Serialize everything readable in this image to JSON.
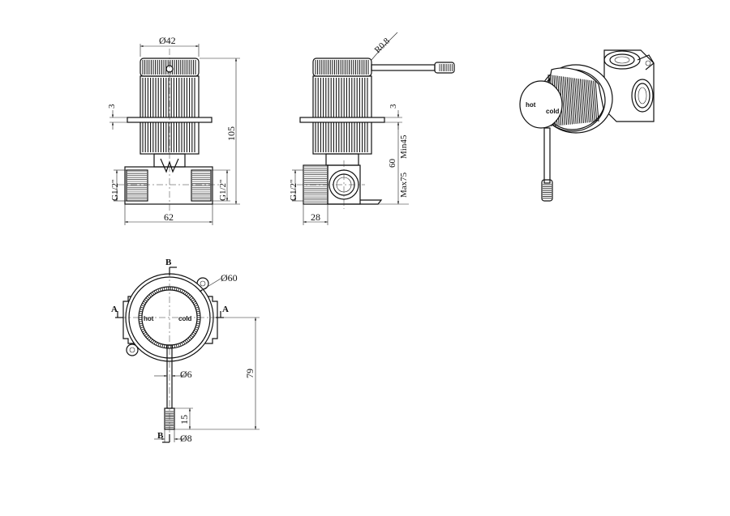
{
  "front_view": {
    "dim_top": "Ø42",
    "dim_left_small": "3",
    "dim_height": "105",
    "dim_thread_left": "G1/2\"",
    "dim_thread_right": "G1/2\"",
    "dim_width": "62"
  },
  "side_view": {
    "dim_radius": "R0.8",
    "dim_small": "3",
    "dim_min": "Min45",
    "dim_60": "60",
    "dim_max": "Max75",
    "dim_thread": "G1/2\"",
    "dim_28": "28"
  },
  "top_view": {
    "section_b_top": "B",
    "section_b_bottom": "B",
    "section_a_left": "A",
    "section_a_right": "A",
    "dim_plate": "Ø60",
    "dim_lever": "Ø6",
    "dim_79": "79",
    "dim_15": "15",
    "dim_tip": "Ø8",
    "label_hot": "hot",
    "label_cold": "cold"
  },
  "iso_view": {
    "label_hot": "hot",
    "label_cold": "cold"
  }
}
